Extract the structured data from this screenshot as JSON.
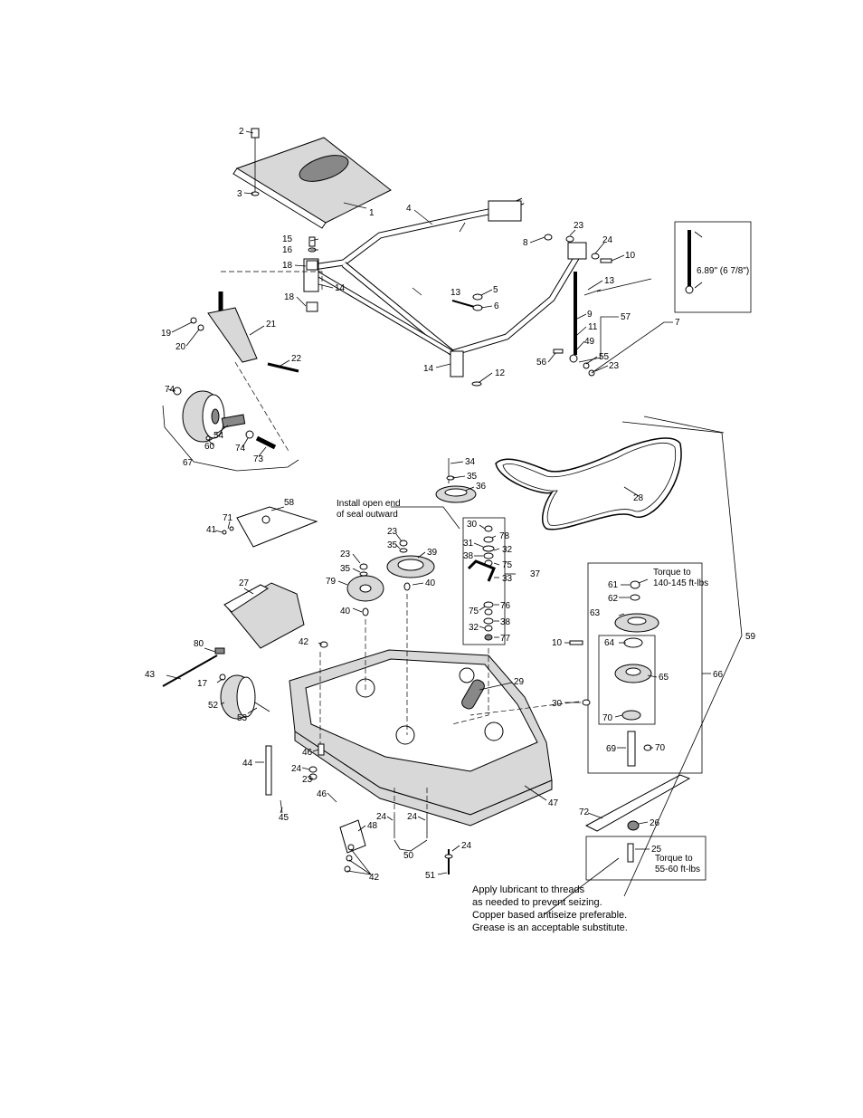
{
  "callouts": [
    {
      "id": "c2",
      "label": "2"
    },
    {
      "id": "c3",
      "label": "3"
    },
    {
      "id": "c1",
      "label": "1"
    },
    {
      "id": "c4",
      "label": "4"
    },
    {
      "id": "c15",
      "label": "15"
    },
    {
      "id": "c16",
      "label": "16"
    },
    {
      "id": "c18a",
      "label": "18"
    },
    {
      "id": "c18b",
      "label": "18"
    },
    {
      "id": "c14a",
      "label": "14"
    },
    {
      "id": "c13a",
      "label": "13"
    },
    {
      "id": "c5",
      "label": "5"
    },
    {
      "id": "c6",
      "label": "6"
    },
    {
      "id": "c8",
      "label": "8"
    },
    {
      "id": "c23a",
      "label": "23"
    },
    {
      "id": "c24a",
      "label": "24"
    },
    {
      "id": "c10a",
      "label": "10"
    },
    {
      "id": "c13b",
      "label": "13"
    },
    {
      "id": "c9",
      "label": "9"
    },
    {
      "id": "c57",
      "label": "57"
    },
    {
      "id": "c7",
      "label": "7"
    },
    {
      "id": "c11",
      "label": "11"
    },
    {
      "id": "c49",
      "label": "49"
    },
    {
      "id": "c56",
      "label": "56"
    },
    {
      "id": "c55",
      "label": "55"
    },
    {
      "id": "c23b",
      "label": "23"
    },
    {
      "id": "c12",
      "label": "12"
    },
    {
      "id": "c14b",
      "label": "14"
    },
    {
      "id": "c19",
      "label": "19"
    },
    {
      "id": "c20",
      "label": "20"
    },
    {
      "id": "c21",
      "label": "21"
    },
    {
      "id": "c22",
      "label": "22"
    },
    {
      "id": "c74a",
      "label": "74"
    },
    {
      "id": "c54",
      "label": "54"
    },
    {
      "id": "c60",
      "label": "60"
    },
    {
      "id": "c74b",
      "label": "74"
    },
    {
      "id": "c73",
      "label": "73"
    },
    {
      "id": "c67",
      "label": "67"
    },
    {
      "id": "c34",
      "label": "34"
    },
    {
      "id": "c35a",
      "label": "35"
    },
    {
      "id": "c36",
      "label": "36"
    },
    {
      "id": "c28",
      "label": "28"
    },
    {
      "id": "c58",
      "label": "58"
    },
    {
      "id": "c71",
      "label": "71"
    },
    {
      "id": "c41",
      "label": "41"
    },
    {
      "id": "c30a",
      "label": "30"
    },
    {
      "id": "c78",
      "label": "78"
    },
    {
      "id": "c31",
      "label": "31"
    },
    {
      "id": "c32a",
      "label": "32"
    },
    {
      "id": "c38a",
      "label": "38"
    },
    {
      "id": "c75a",
      "label": "75"
    },
    {
      "id": "c33",
      "label": "33"
    },
    {
      "id": "c37",
      "label": "37"
    },
    {
      "id": "c23c",
      "label": "23"
    },
    {
      "id": "c35b",
      "label": "35"
    },
    {
      "id": "c39",
      "label": "39"
    },
    {
      "id": "c23d",
      "label": "23"
    },
    {
      "id": "c35c",
      "label": "35"
    },
    {
      "id": "c79",
      "label": "79"
    },
    {
      "id": "c40a",
      "label": "40"
    },
    {
      "id": "c40b",
      "label": "40"
    },
    {
      "id": "c27",
      "label": "27"
    },
    {
      "id": "c75b",
      "label": "75"
    },
    {
      "id": "c76",
      "label": "76"
    },
    {
      "id": "c38b",
      "label": "38"
    },
    {
      "id": "c32b",
      "label": "32"
    },
    {
      "id": "c77",
      "label": "77"
    },
    {
      "id": "c61",
      "label": "61"
    },
    {
      "id": "c62",
      "label": "62"
    },
    {
      "id": "c63",
      "label": "63"
    },
    {
      "id": "c59",
      "label": "59"
    },
    {
      "id": "c10b",
      "label": "10"
    },
    {
      "id": "c64",
      "label": "64"
    },
    {
      "id": "c65",
      "label": "65"
    },
    {
      "id": "c66",
      "label": "66"
    },
    {
      "id": "c30b",
      "label": "30"
    },
    {
      "id": "c70a",
      "label": "70"
    },
    {
      "id": "c69",
      "label": "69"
    },
    {
      "id": "c70b",
      "label": "70"
    },
    {
      "id": "c80",
      "label": "80"
    },
    {
      "id": "c42a",
      "label": "42"
    },
    {
      "id": "c43",
      "label": "43"
    },
    {
      "id": "c17",
      "label": "17"
    },
    {
      "id": "c29",
      "label": "29"
    },
    {
      "id": "c52",
      "label": "52"
    },
    {
      "id": "c53",
      "label": "53"
    },
    {
      "id": "c44",
      "label": "44"
    },
    {
      "id": "c46a",
      "label": "46"
    },
    {
      "id": "c24b",
      "label": "24"
    },
    {
      "id": "c23e",
      "label": "23"
    },
    {
      "id": "c47",
      "label": "47"
    },
    {
      "id": "c46b",
      "label": "46"
    },
    {
      "id": "c45",
      "label": "45"
    },
    {
      "id": "c48",
      "label": "48"
    },
    {
      "id": "c24c",
      "label": "24"
    },
    {
      "id": "c24d",
      "label": "24"
    },
    {
      "id": "c50",
      "label": "50"
    },
    {
      "id": "c42b",
      "label": "42"
    },
    {
      "id": "c24e",
      "label": "24"
    },
    {
      "id": "c51",
      "label": "51"
    },
    {
      "id": "c72",
      "label": "72"
    },
    {
      "id": "c26",
      "label": "26"
    },
    {
      "id": "c25",
      "label": "25"
    }
  ],
  "notes": {
    "gauge_dimension": "6.89\" (6 7/8\")",
    "seal_note_line1": "Install open end",
    "seal_note_line2": "of seal outward",
    "torque_top_line1": "Torque to",
    "torque_top_line2": "140-145 ft-lbs",
    "torque_bottom_line1": "Torque to",
    "torque_bottom_line2": "55-60 ft-lbs",
    "lube_line1": "Apply lubricant to threads",
    "lube_line2": "as needed to prevent seizing.",
    "lube_line3": "Copper based antiseize preferable.",
    "lube_line4": "Grease is an acceptable substitute."
  }
}
